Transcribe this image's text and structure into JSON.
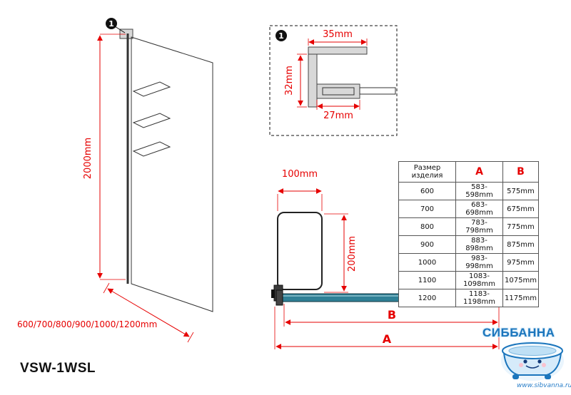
{
  "panel_view": {
    "marker": "1",
    "height_label": "2000mm",
    "width_options_label": "600/700/800/900/1000/1200mm",
    "model": "VSW-1WSL"
  },
  "detail_view": {
    "marker": "1",
    "top_width_label": "35mm",
    "side_height_label": "32mm",
    "bottom_width_label": "27mm"
  },
  "support_view": {
    "width_label": "100mm",
    "height_label": "200mm",
    "dim_b_label": "B",
    "dim_a_label": "A"
  },
  "table": {
    "header": {
      "size_line1": "Размер",
      "size_line2": "изделия",
      "a": "A",
      "b": "B"
    },
    "rows": [
      {
        "size": "600",
        "a": "583-598mm",
        "b": "575mm"
      },
      {
        "size": "700",
        "a": "683-698mm",
        "b": "675mm"
      },
      {
        "size": "800",
        "a": "783-798mm",
        "b": "775mm"
      },
      {
        "size": "900",
        "a": "883-898mm",
        "b": "875mm"
      },
      {
        "size": "1000",
        "a": "983-998mm",
        "b": "975mm"
      },
      {
        "size": "1100",
        "a": "1083-1098mm",
        "b": "1075mm"
      },
      {
        "size": "1200",
        "a": "1183-1198mm",
        "b": "1175mm"
      }
    ]
  },
  "watermark": {
    "brand": "СИББАННА",
    "url": "www.sibvanna.ru"
  },
  "colors": {
    "dimension_red": "#e60000",
    "bar_teal": "#2f8096",
    "brand_blue": "#1b75bc"
  }
}
